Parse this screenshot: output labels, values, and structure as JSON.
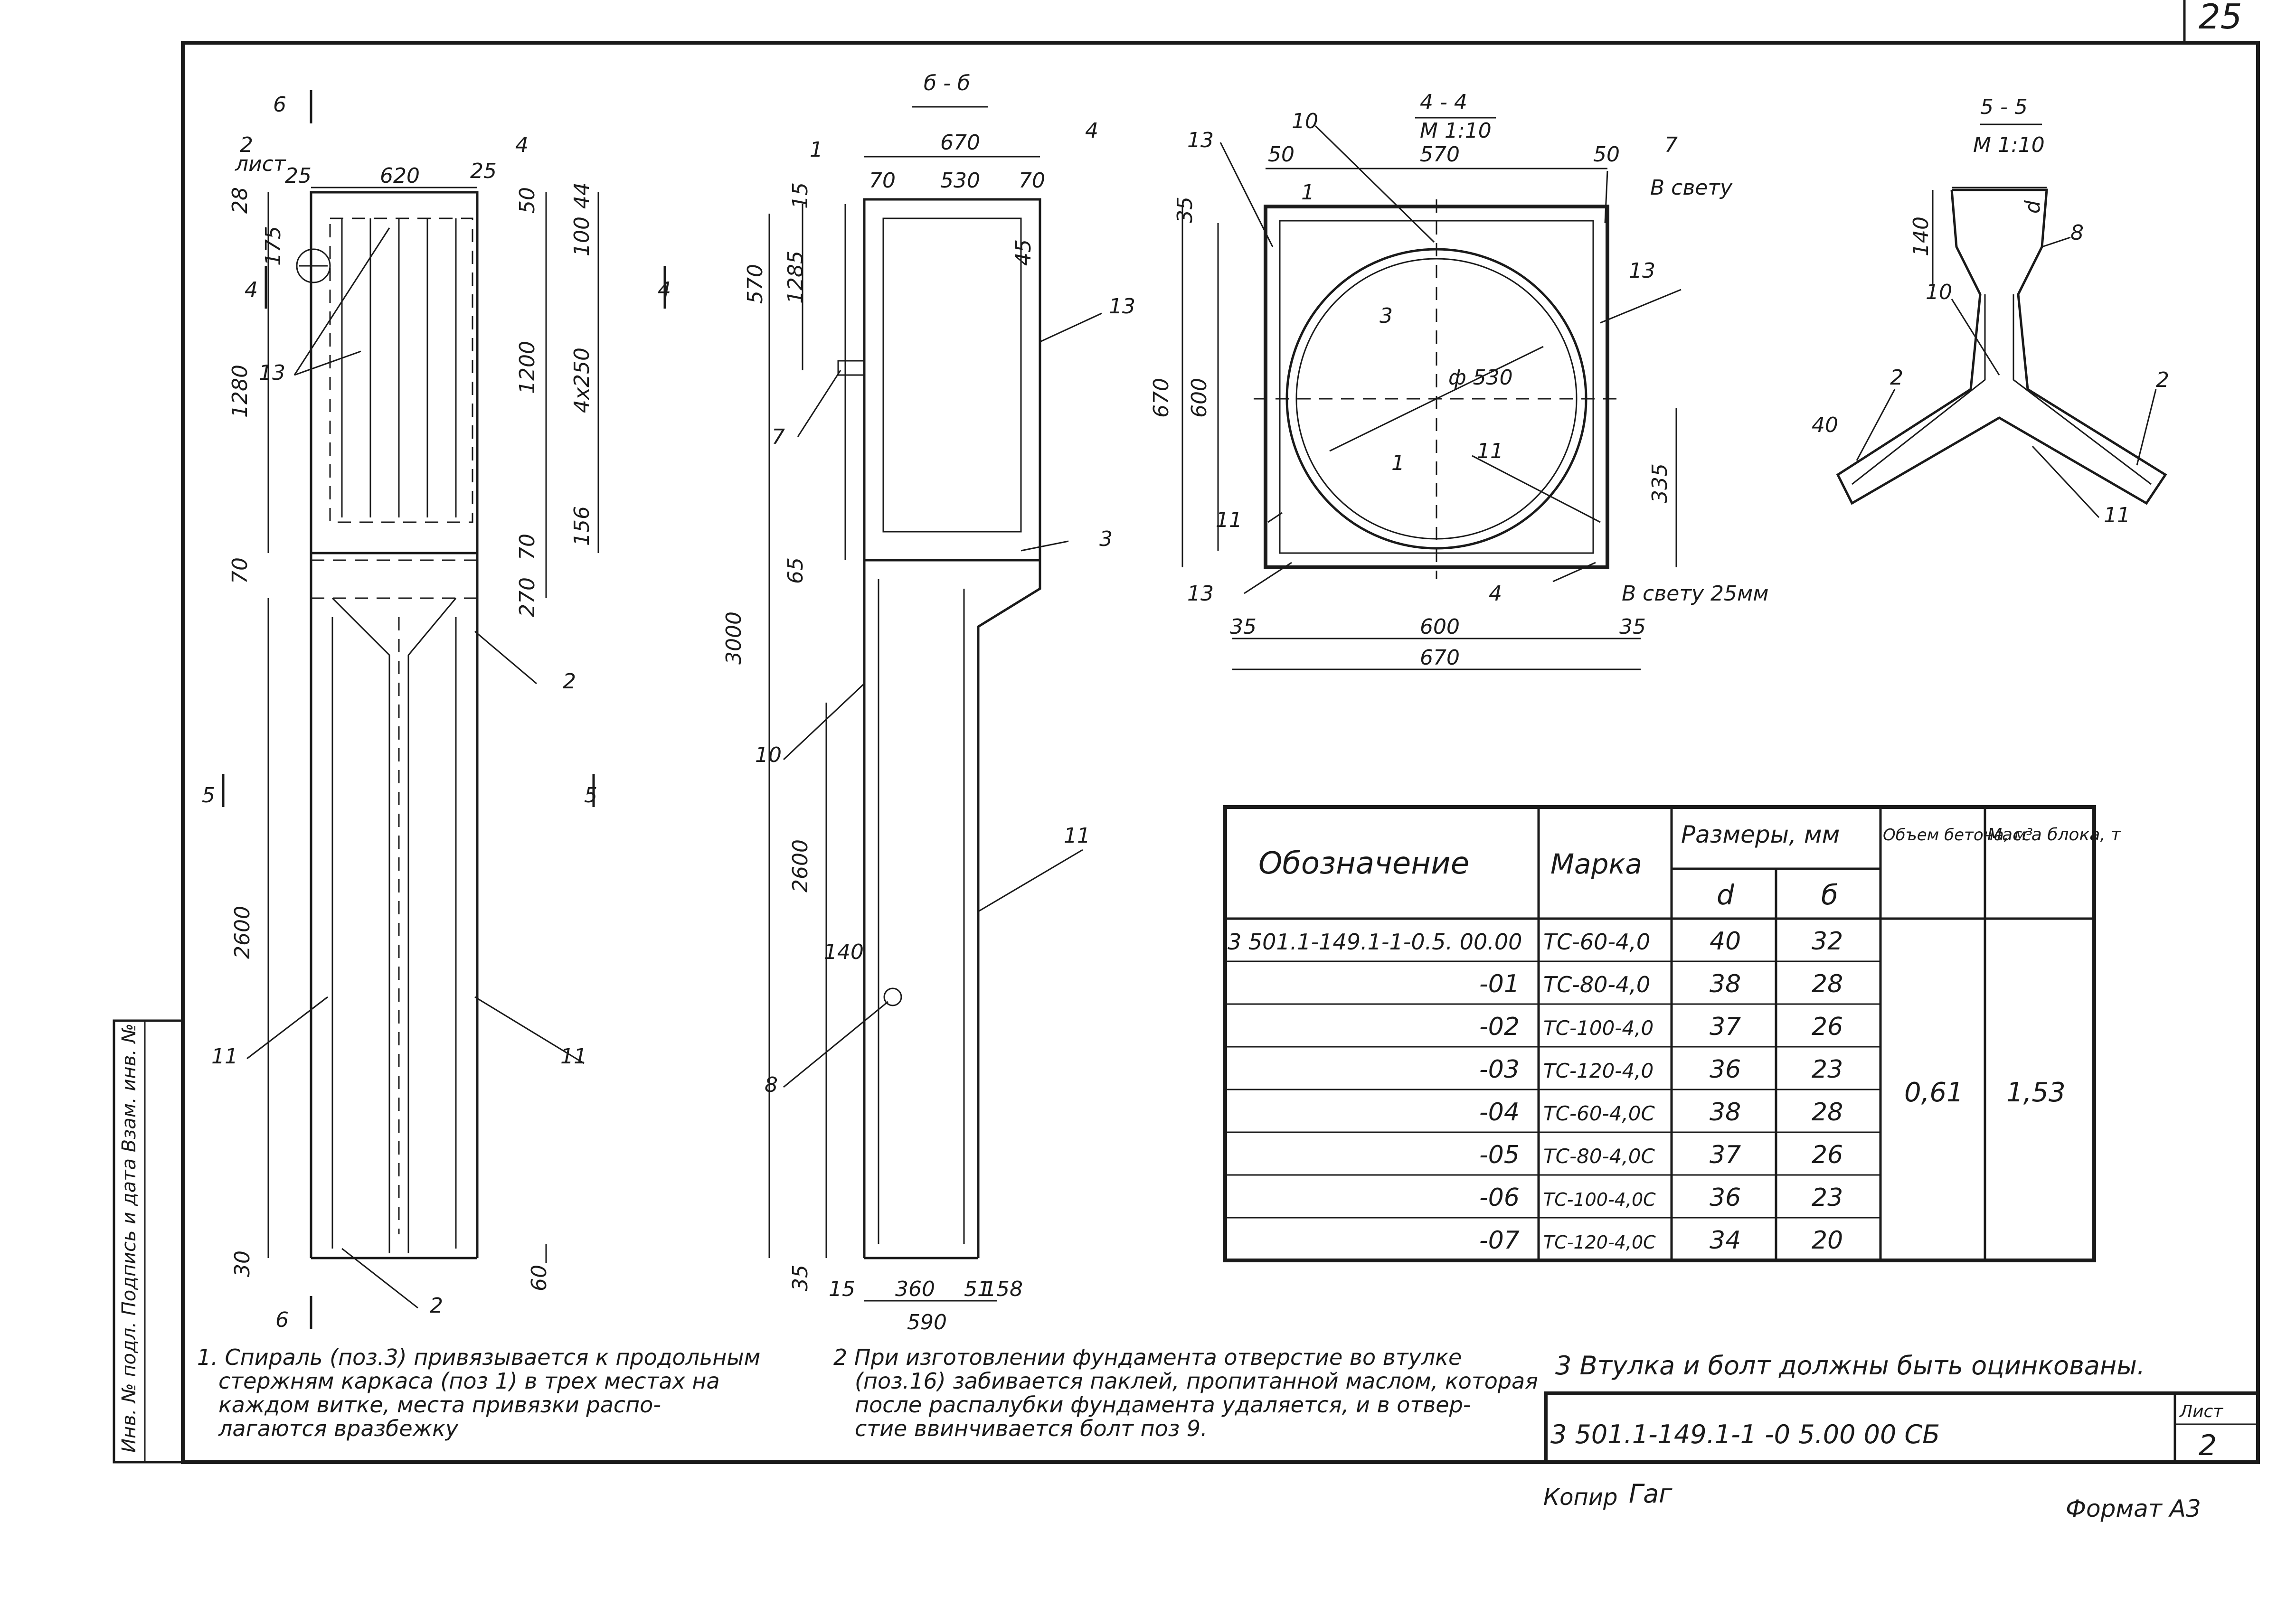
{
  "sheet_number_top": "25",
  "titles": {
    "sec_b6": "б - б",
    "sec_44": "4 - 4",
    "sec_44_scale": "М 1:10",
    "sec_55": "5 - 5",
    "sec_55_scale": "М 1:10"
  },
  "view_left": {
    "cut_6": "6",
    "cut_4": "4",
    "cut_5": "5",
    "sheet_ref_num": "2",
    "sheet_ref_word": "лист",
    "dims": [
      "620",
      "25",
      "25",
      "28",
      "175",
      "50",
      "44",
      "100",
      "1280",
      "1200",
      "4x250",
      "156",
      "70",
      "270",
      "70",
      "2600",
      "30",
      "60"
    ],
    "labels": [
      "2",
      "4",
      "13",
      "2",
      "11",
      "11",
      "2"
    ]
  },
  "view_b6": {
    "dims": [
      "670",
      "530",
      "70",
      "70",
      "15",
      "45",
      "570",
      "1285",
      "65",
      "3000",
      "2600",
      "140",
      "35",
      "15",
      "360",
      "51",
      "158",
      "590"
    ],
    "labels": [
      "1",
      "4",
      "13",
      "7",
      "3",
      "10",
      "11",
      "8"
    ]
  },
  "view_44": {
    "dims": [
      "50",
      "570",
      "50",
      "35",
      "670",
      "600",
      "335",
      "35",
      "600",
      "35",
      "670"
    ],
    "diameter": "ф 530",
    "labels": [
      "13",
      "10",
      "7",
      "1",
      "3",
      "13",
      "11",
      "11",
      "1",
      "13",
      "4"
    ],
    "note_clear": "В свету",
    "note_clear_25": "В свету 25мм"
  },
  "view_55": {
    "dims": [
      "140",
      "d",
      "40"
    ],
    "labels": [
      "8",
      "10",
      "2",
      "2",
      "11"
    ]
  },
  "table": {
    "headers": {
      "designation": "Обозначение",
      "mark": "Марка",
      "sizes": "Размеры, мм",
      "d": "d",
      "b": "б",
      "volume": "Объем бетона, м³",
      "mass": "Масса блока, т"
    },
    "rows": [
      {
        "designation": "3 501.1-149.1-1-0.5. 00.00",
        "mark": "ТС-60-4,0",
        "d": "40",
        "b": "32"
      },
      {
        "designation": "-01",
        "mark": "ТС-80-4,0",
        "d": "38",
        "b": "28"
      },
      {
        "designation": "-02",
        "mark": "ТС-100-4,0",
        "d": "37",
        "b": "26"
      },
      {
        "designation": "-03",
        "mark": "ТС-120-4,0",
        "d": "36",
        "b": "23"
      },
      {
        "designation": "-04",
        "mark": "ТС-60-4,0С",
        "d": "38",
        "b": "28"
      },
      {
        "designation": "-05",
        "mark": "ТС-80-4,0С",
        "d": "37",
        "b": "26"
      },
      {
        "designation": "-06",
        "mark": "ТС-100-4,0С",
        "d": "36",
        "b": "23"
      },
      {
        "designation": "-07",
        "mark": "ТС-120-4,0С",
        "d": "34",
        "b": "20"
      }
    ],
    "volume": "0,61",
    "mass": "1,53"
  },
  "notes": {
    "n1": [
      "1. Спираль (поз.3) привязывается к продольным",
      "стержням каркаса (поз 1) в трех местах на",
      "каждом витке, места привязки распо-",
      "лагаются вразбежку"
    ],
    "n2": [
      "2 При изготовлении фундамента отверстие во втулке",
      "(поз.16) забивается паклей, пропитанной маслом, которая",
      "после распалубки фундамента удаляется, и в отвер-",
      "стие ввинчивается болт поз 9."
    ],
    "n3": "3 Втулка и болт должны быть оцинкованы."
  },
  "title_block": {
    "code": "3 501.1-149.1-1 -0 5.00 00 СБ",
    "list_label": "Лист",
    "list_num": "2"
  },
  "margin_stamp": "Инв. № подл.  Подпись и дата  Взам. инв. №",
  "footer": {
    "copy": "Копир",
    "signature": "Гаг",
    "format": "Формат А3"
  }
}
